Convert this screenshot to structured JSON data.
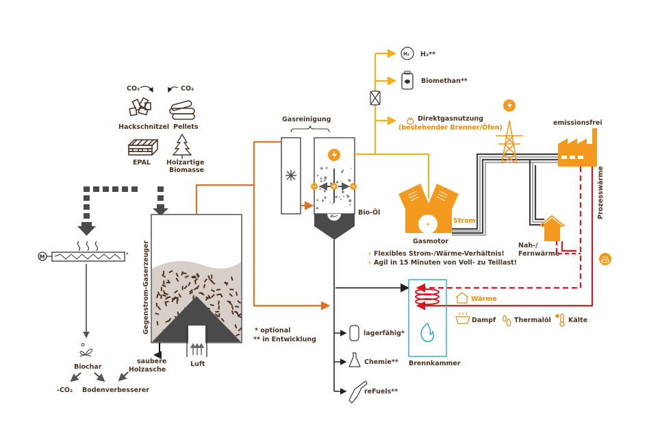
{
  "colors": {
    "brown": "#4a3222",
    "dark_gray": "#404040",
    "orange_pipe": "#e07020",
    "yellow_gas": "#f0b020",
    "engine_orange": "#f39a1e",
    "red_heat": "#e0141e",
    "cyan_chamber": "#2aa8c4",
    "bed_fill": "#d8d0c8"
  },
  "feedstock": {
    "co2_left": "CO₂",
    "co2_right": "CO₂",
    "items": [
      {
        "label": "Hackschnitzel",
        "icon": "wood-chips-icon"
      },
      {
        "label": "Pellets",
        "icon": "pellets-icon"
      },
      {
        "label": "EPAL",
        "icon": "pallet-icon"
      },
      {
        "label_line1": "Holzartige",
        "label_line2": "Biomasse",
        "icon": "tree-icon"
      }
    ]
  },
  "gasifier": {
    "label": "Gegenstrom-Gaserzeuger",
    "air_label": "Luft",
    "ash_label_line1": "saubere",
    "ash_label_line2": "Holzasche"
  },
  "pyrolysis": {
    "motor_label": "M",
    "asterisk": "*",
    "biochar_label": "Biochar",
    "co2_label": "-CO₂",
    "soil_label": "Bodenverbesserer"
  },
  "gas_cleaning": {
    "title": "Gasreinigung",
    "bio_oil_label": "Bio-Öl"
  },
  "gas_outputs": {
    "h2_icon_text": "H₂",
    "h2_label": "H₂**",
    "biomethane_label": "Biomethan**",
    "direct_gas_label": "Direktgasnutzung",
    "direct_gas_sub": "(bestehender Brenner/Öfen)"
  },
  "engine": {
    "label": "Gasmotor",
    "strom_label": "Strom",
    "bullets": [
      "Flexibles Strom-/Wärme-Verhältnis!",
      "Agil in 15 Minuten von Voll- zu Teillast!"
    ]
  },
  "consumers": {
    "factory_label": "emissionsfrei",
    "district_heat_line1": "Nah-/",
    "district_heat_line2": "Fernwärme",
    "process_heat_label": "Prozesswärme"
  },
  "burner": {
    "label": "Brennkammer",
    "heat_label": "Wärme",
    "heat_uses": [
      {
        "label": "Dampf",
        "icon": "steam-bath-icon"
      },
      {
        "label": "Thermalöl",
        "icon": "oil-drops-icon"
      },
      {
        "label": "Kälte",
        "icon": "cold-thermometer-icon"
      }
    ]
  },
  "oil_products": [
    {
      "label": "lagerfähig*",
      "icon": "storage-tank-icon"
    },
    {
      "label": "Chemie**",
      "icon": "flask-icon"
    },
    {
      "label": "reFuels**",
      "icon": "fuel-nozzle-icon"
    }
  ],
  "legend": {
    "single": "*   optional",
    "double": "** in Entwicklung"
  }
}
